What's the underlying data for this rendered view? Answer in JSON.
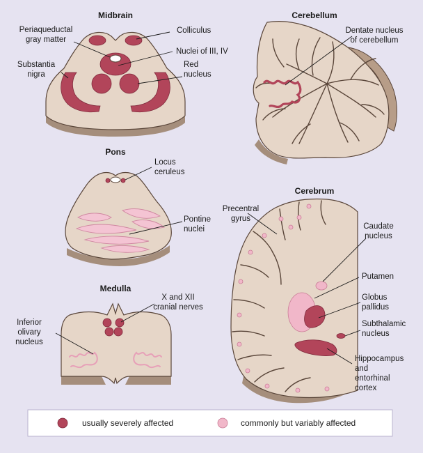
{
  "figure": {
    "midbrain": {
      "title": "Midbrain",
      "labels": {
        "periaqueductal_line1": "Periaqueductal",
        "periaqueductal_line2": "gray matter",
        "colliculus": "Colliculus",
        "nuclei": "Nuclei of III, IV",
        "substantia_line1": "Substantia",
        "substantia_line2": "nigra",
        "red_line1": "Red",
        "red_line2": "nucleus"
      }
    },
    "cerebellum": {
      "title": "Cerebellum",
      "labels": {
        "dentate_line1": "Dentate nucleus",
        "dentate_line2": "of cerebellum"
      }
    },
    "pons": {
      "title": "Pons",
      "labels": {
        "locus_line1": "Locus",
        "locus_line2": "ceruleus",
        "pontine_line1": "Pontine",
        "pontine_line2": "nuclei"
      }
    },
    "medulla": {
      "title": "Medulla",
      "labels": {
        "cranial_line1": "X and XII",
        "cranial_line2": "cranial nerves",
        "olivary_line1": "Inferior",
        "olivary_line2": "olivary",
        "olivary_line3": "nucleus"
      }
    },
    "cerebrum": {
      "title": "Cerebrum",
      "labels": {
        "precentral_line1": "Precentral",
        "precentral_line2": "gyrus",
        "caudate_line1": "Caudate",
        "caudate_line2": "nucleus",
        "putamen": "Putamen",
        "globus_line1": "Globus",
        "globus_line2": "pallidus",
        "subthalamic_line1": "Subthalamic",
        "subthalamic_line2": "nucleus",
        "hippo_line1": "Hippocampus",
        "hippo_line2": "and",
        "hippo_line3": "entorhinal",
        "hippo_line4": "cortex"
      }
    }
  },
  "legend": {
    "severe_label": "usually severely affected",
    "variable_label": "commonly but variably affected",
    "severe_color": "#b2455a",
    "variable_color": "#f1b7c9"
  },
  "colors": {
    "background": "#e6e3f1",
    "tissue": "#e6d6c8",
    "outline": "#5a463a"
  }
}
